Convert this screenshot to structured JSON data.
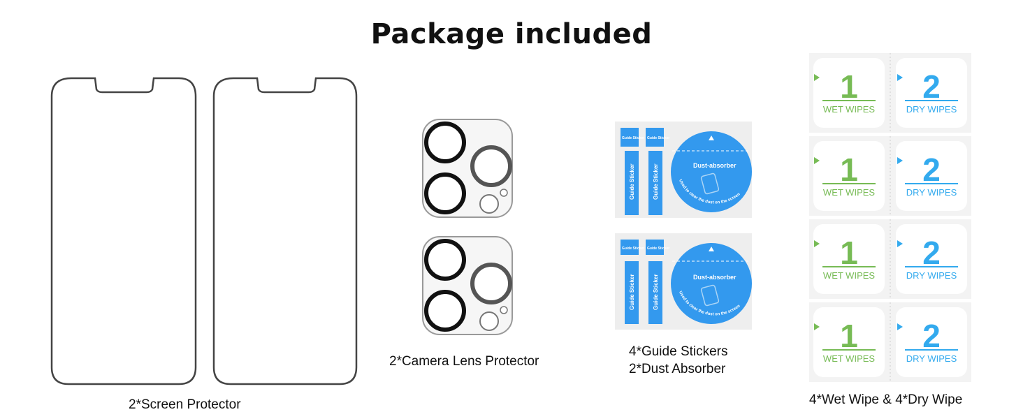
{
  "title": "Package included",
  "screen_protector": {
    "caption": "2*Screen Protector"
  },
  "camera_lens": {
    "caption": "2*Camera Lens Protector"
  },
  "guide": {
    "caption_line1": "4*Guide Stickers",
    "caption_line2": "2*Dust Absorber",
    "sticker_label": "Guide Sticker",
    "dust_label": "Dust-absorber",
    "dust_note": "Used to clear the dust on the screen"
  },
  "wipes": {
    "caption": "4*Wet Wipe & 4*Dry Wipe",
    "wet_number": "1",
    "wet_label": "WET WIPES",
    "dry_number": "2",
    "dry_label": "DRY WIPES"
  },
  "colors": {
    "sticker_blue": "#3399ee",
    "wet_green": "#77bb55",
    "dry_blue": "#33aaee",
    "outline": "#444444"
  }
}
